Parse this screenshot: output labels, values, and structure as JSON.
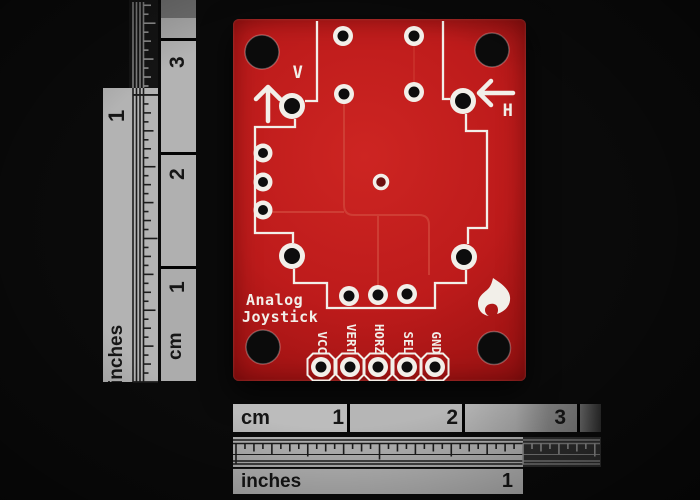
{
  "pcb": {
    "board_color": "#bb1a1a",
    "silkscreen_color": "#f2efe9",
    "title_line1": "Analog",
    "title_line2": "Joystick",
    "vertical_label": "V",
    "horizontal_label": "H",
    "pin_labels": [
      "VCC",
      "VERT",
      "HORZ",
      "SEL",
      "GND"
    ]
  },
  "vertical_ruler": {
    "cm_label": "cm",
    "cm_numbers": [
      "3",
      "2",
      "1"
    ],
    "inches_label": "inches",
    "inch_number": "1"
  },
  "horizontal_ruler": {
    "cm_label": "cm",
    "cm_numbers": [
      "1",
      "2",
      "3"
    ],
    "inches_label": "inches",
    "inch_number": "1"
  },
  "colors": {
    "background": "#0a0a0a",
    "ruler_light_gray": "#b5b5b5",
    "ruler_shadow_gray": "#6f6f6f",
    "ruler_text": "#161616",
    "board_red": "#bb1a1a",
    "hole_black": "#0d0d0d",
    "silkscreen_white": "#f2efe9",
    "copper_trace": "#d1453a"
  }
}
